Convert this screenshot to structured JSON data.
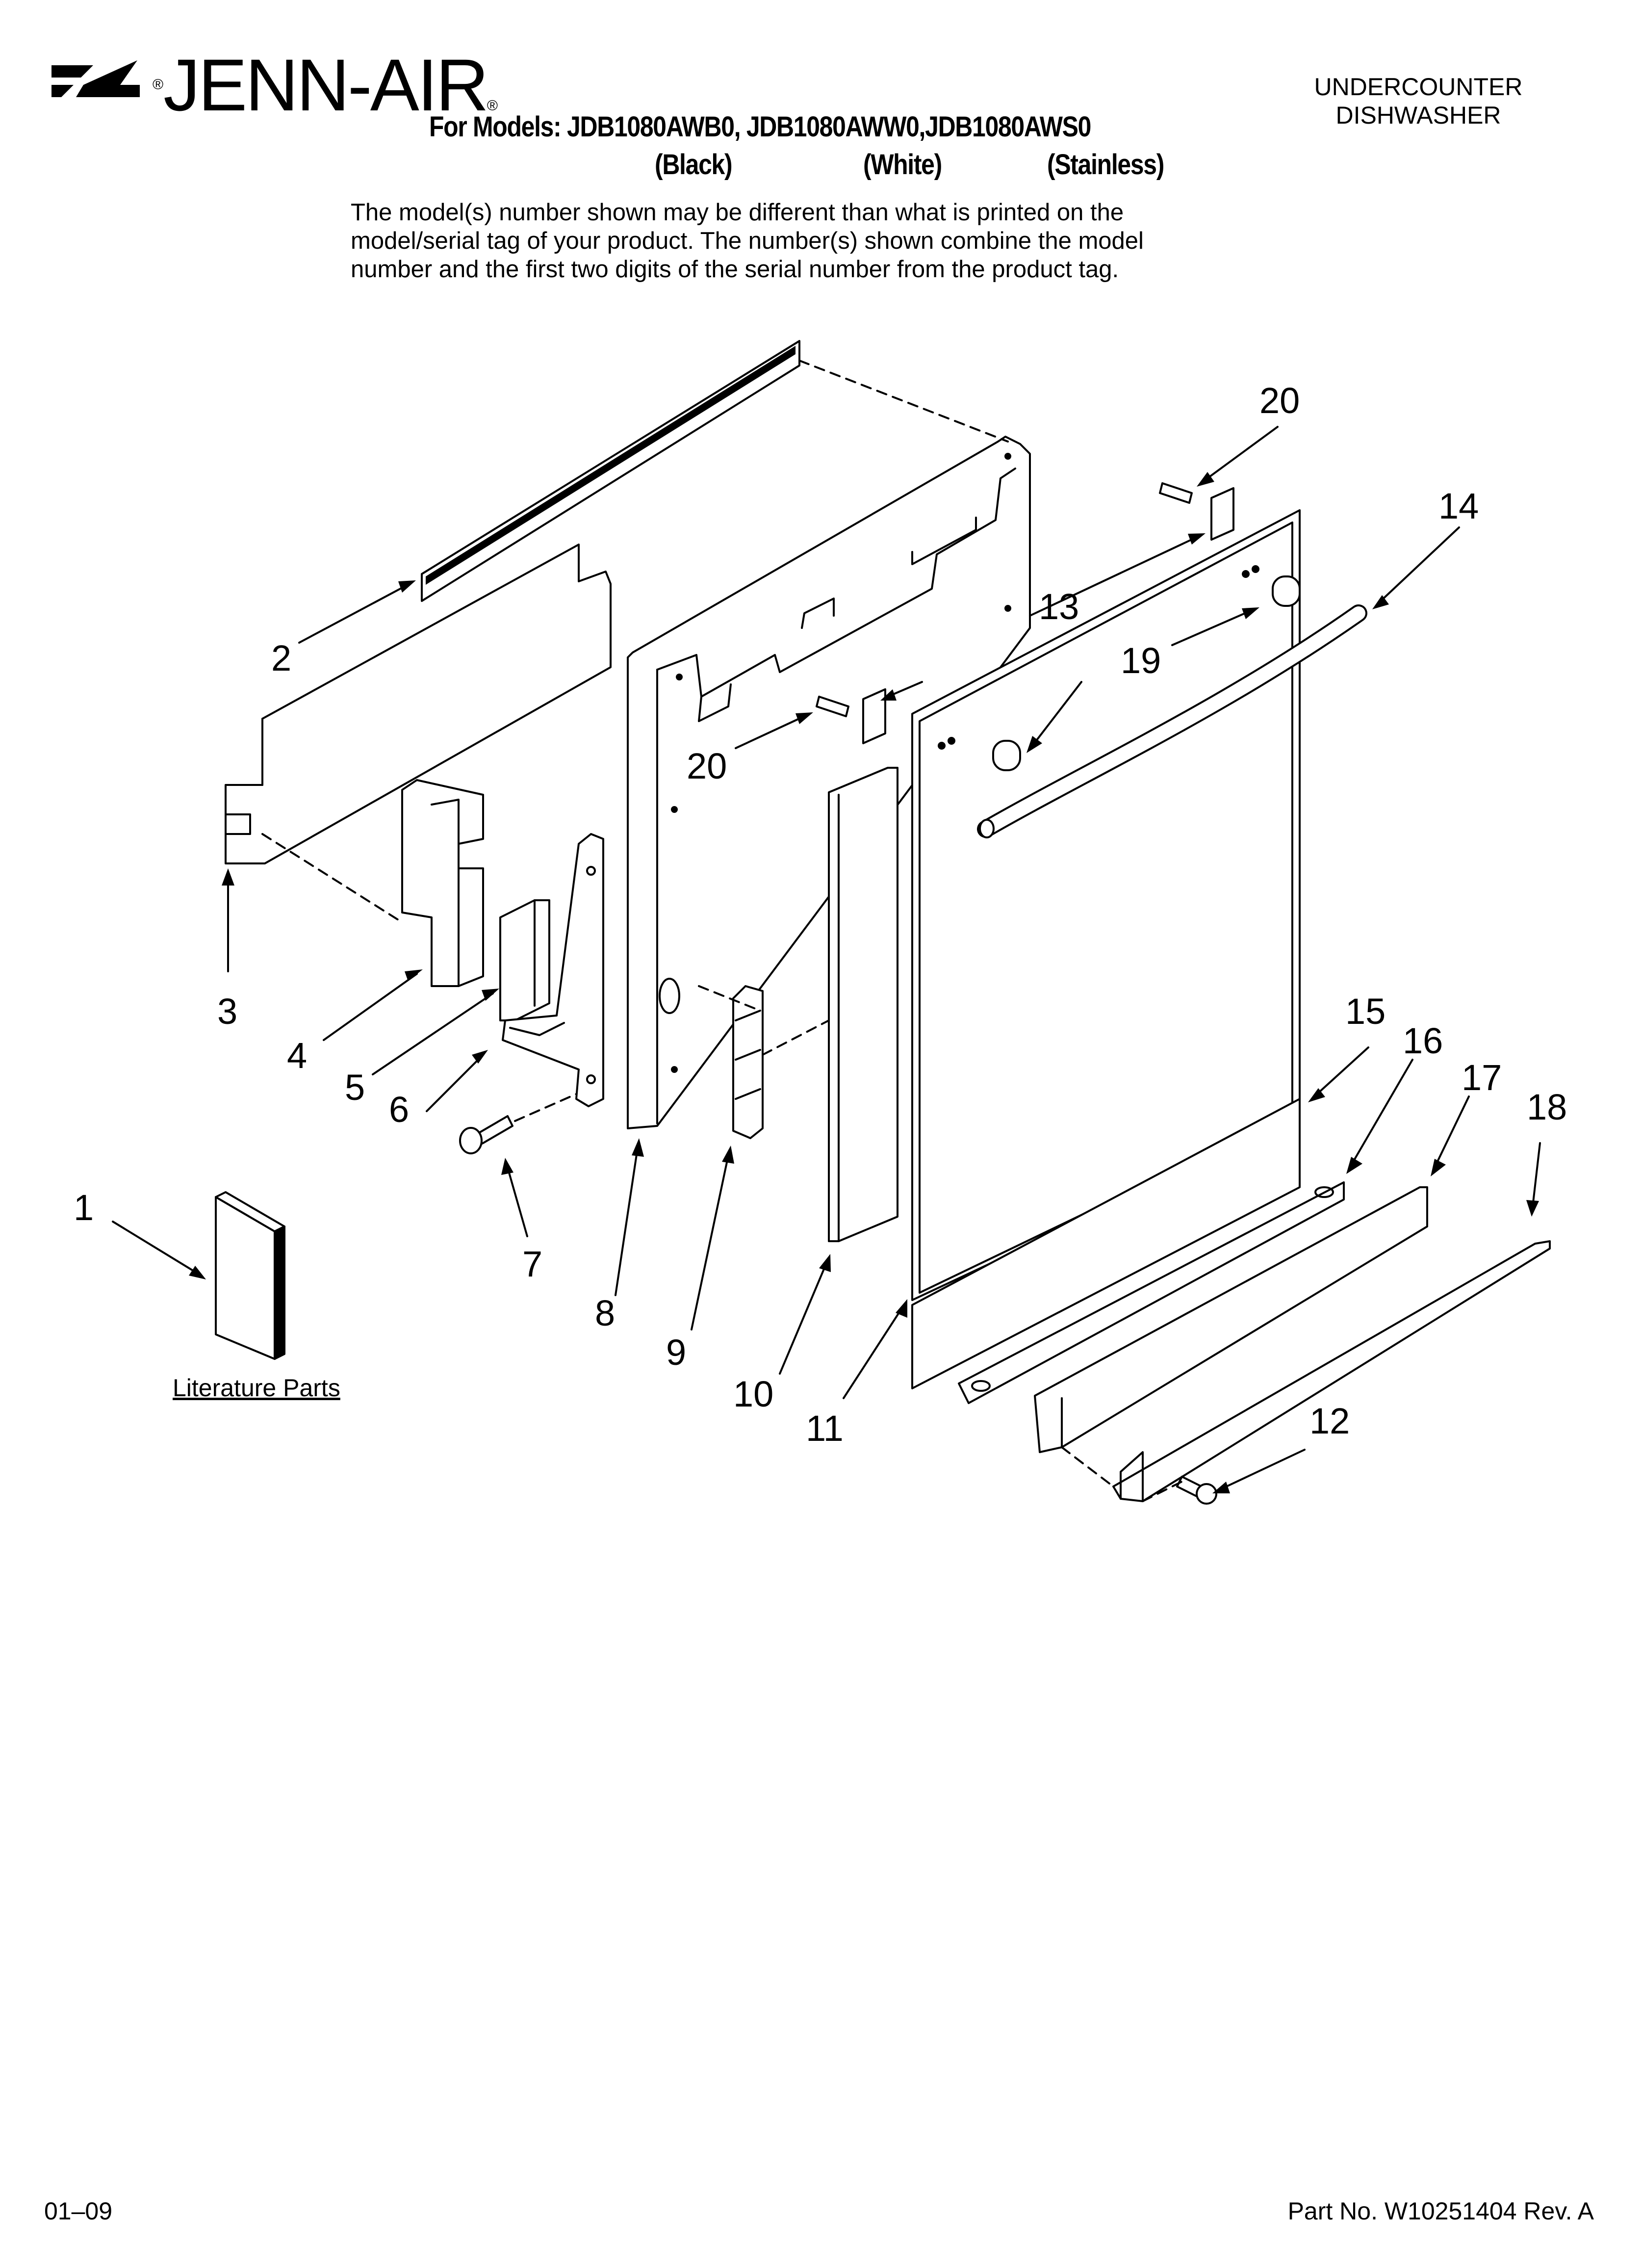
{
  "header": {
    "brand": "JENN-AIR",
    "category_line1": "UNDERCOUNTER",
    "category_line2": "DISHWASHER",
    "models": "For Models: JDB1080AWB0, JDB1080AWW0,JDB1080AWS0",
    "variants": [
      "(Black)",
      "(White)",
      "(Stainless)"
    ],
    "disclaimer_lines": [
      "The model(s) number shown may be different than what is printed on the",
      "model/serial tag of your product. The number(s) shown combine the model",
      "number and the first two digits of the serial number from the product tag."
    ]
  },
  "diagram": {
    "callouts": [
      "1",
      "2",
      "3",
      "4",
      "5",
      "6",
      "7",
      "8",
      "9",
      "10",
      "11",
      "12",
      "13",
      "14",
      "15",
      "16",
      "17",
      "18",
      "19",
      "20",
      "20"
    ],
    "literature_label": "Literature Parts"
  },
  "footer": {
    "date_code": "01–09",
    "part_number": "Part No. W10251404 Rev. A"
  }
}
